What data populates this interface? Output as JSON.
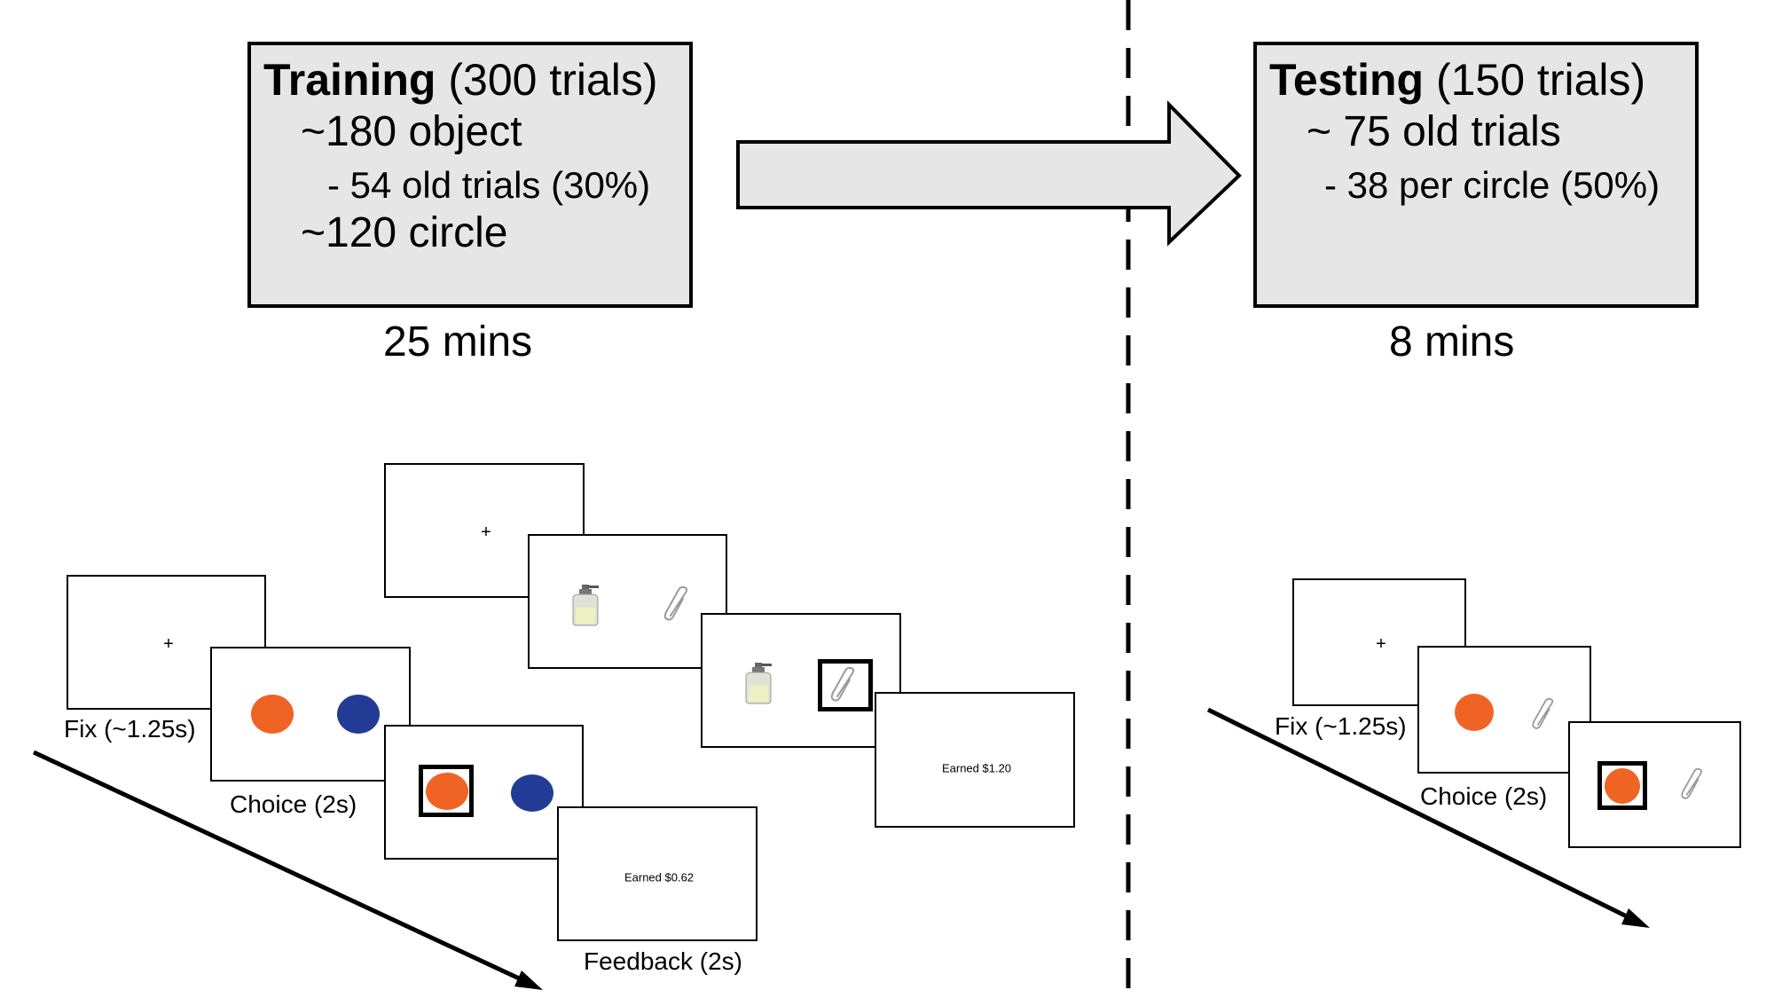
{
  "training": {
    "title_bold": "Training",
    "title_rest": " (300 trials)",
    "line1": "~180 object",
    "line2": "- 54 old trials (30%)",
    "line3": "~120 circle",
    "duration": "25 mins"
  },
  "testing": {
    "title_bold": "Testing",
    "title_rest": " (150 trials)",
    "line1": "~ 75 old trials",
    "line2": "- 38 per circle (50%)",
    "duration": "8 mins"
  },
  "screens": {
    "fixation_symbol": "+",
    "training_circle_feedback": "Earned $0.62",
    "training_object_feedback": "Earned $1.20"
  },
  "labels": {
    "fix_training": "Fix (~1.25s)",
    "choice_training": "Choice (2s)",
    "feedback_training": "Feedback (2s)",
    "fix_testing": "Fix (~1.25s)",
    "choice_testing": "Choice (2s)"
  },
  "colors": {
    "box_fill": "#e7e6e6",
    "orange_circle": "#ef6424",
    "blue_circle": "#223c96"
  },
  "icons": [
    "dispenser-bottle-icon",
    "paperclip-icon"
  ]
}
